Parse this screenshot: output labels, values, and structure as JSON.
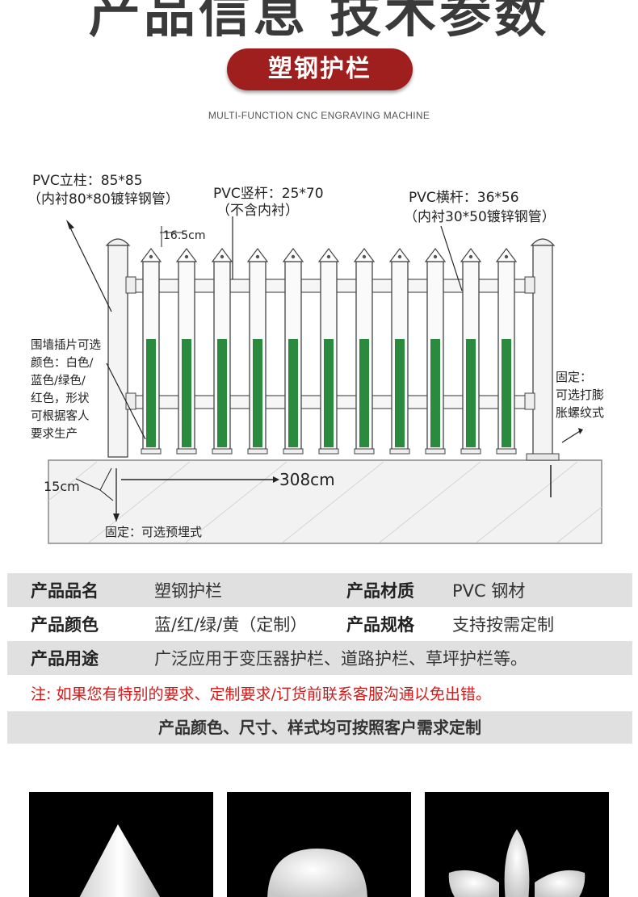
{
  "header": {
    "hero_title": "产品信息 技术参数",
    "pill_label": "塑钢护栏",
    "subtitle": "MULTI-FUNCTION CNC ENGRAVING MACHINE"
  },
  "diagram": {
    "post_label": "PVC立柱：85*85",
    "post_sub": "（内衬80*80镀锌钢管）",
    "picket_label": "PVC竖杆：25*70",
    "picket_sub": "（不含内衬）",
    "rail_label": "PVC横杆：36*56",
    "rail_sub": "（内衬30*50镀锌钢管）",
    "spacing_label": "16.5cm",
    "insert_lines": [
      "围墙插片可选",
      "颜色：白色/",
      "蓝色/绿色/",
      "红色，形状",
      "可根据客人",
      "要求生产"
    ],
    "fix_right_lines": [
      "固定：",
      "可选打膨",
      "胀螺纹式"
    ],
    "depth_label": "15cm",
    "width_label": "308cm",
    "fix_bottom_label": "固定：可选预埋式",
    "picket_count": 11,
    "colors": {
      "picket_fill": "#2a8a3e",
      "post": "#f4f4f4",
      "ground": "#f2f2f2"
    }
  },
  "specs": {
    "rows": [
      {
        "label1": "产品品名",
        "value1": "塑钢护栏",
        "label2": "产品材质",
        "value2": "PVC 钢材"
      },
      {
        "label1": "产品颜色",
        "value1": "蓝/红/绿/黄（定制）",
        "label2": "产品规格",
        "value2": "支持按需定制"
      },
      {
        "label1": "产品用途",
        "value1": "广泛应用于变压器护栏、道路护栏、草坪护栏等。"
      }
    ]
  },
  "note": "注: 如果您有特别的要求、定制要求/订货前联系客服沟通以免出错。",
  "banner": "产品颜色、尺寸、样式均可按照客户需求定制",
  "colors": {
    "accent": "#9f1f1f",
    "note": "#d21a1a",
    "row_shade": "#e0e0e0"
  }
}
